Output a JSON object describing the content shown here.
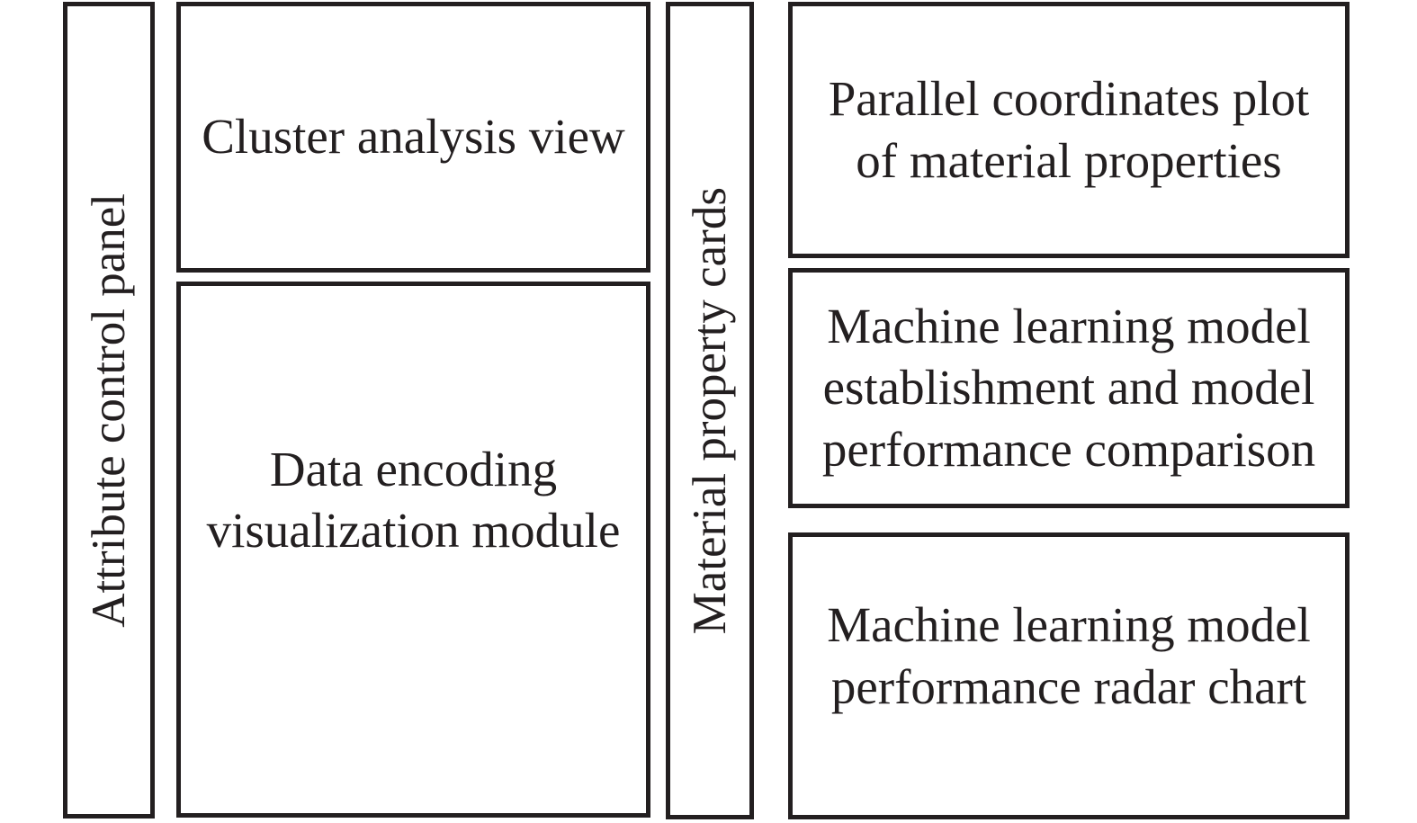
{
  "diagram": {
    "colors": {
      "border": "#231f20",
      "background": "#ffffff",
      "text": "#231f20"
    },
    "left_panel": {
      "label": "Attribute control panel"
    },
    "middle_column": {
      "cluster_box": {
        "label": "Cluster analysis view"
      },
      "data_encoding_box": {
        "lines": [
          "Data encoding",
          "visualization module"
        ]
      }
    },
    "material_panel": {
      "label": "Material property cards"
    },
    "right_column": {
      "parallel_box": {
        "lines": [
          "Parallel coordinates plot",
          "of material properties"
        ]
      },
      "ml_model_box": {
        "lines": [
          "Machine learning model",
          "establishment and model",
          "performance comparison"
        ]
      },
      "radar_box": {
        "lines": [
          "Machine learning model",
          "performance radar chart"
        ]
      }
    }
  }
}
